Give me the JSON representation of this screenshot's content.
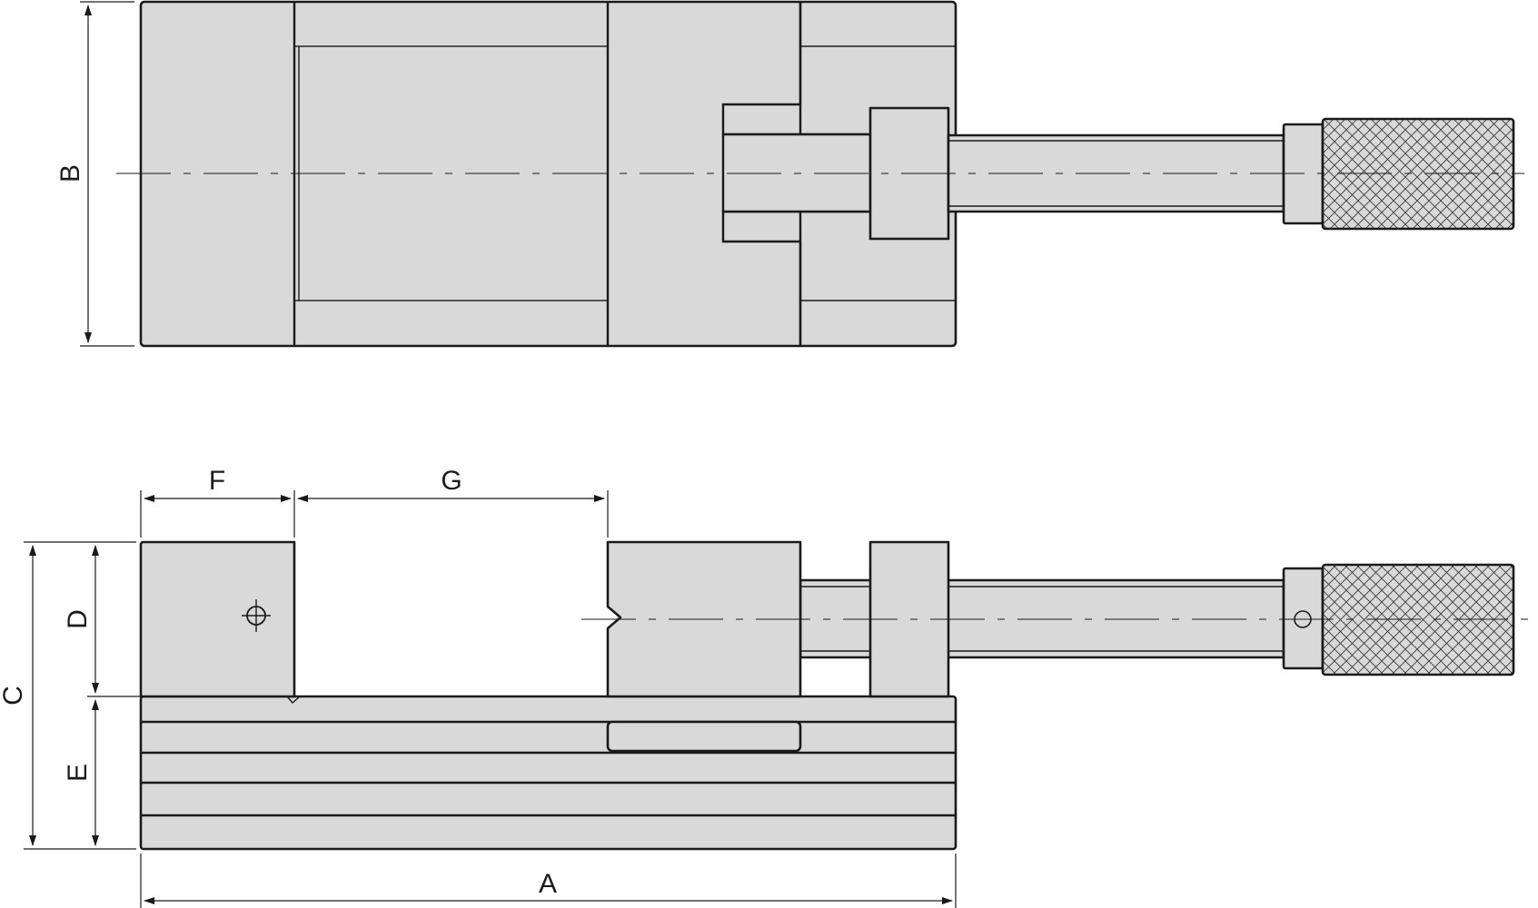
{
  "diagram": {
    "views": [
      "top-view",
      "side-view"
    ],
    "dimension_labels": {
      "A": "A",
      "B": "B",
      "C": "C",
      "D": "D",
      "E": "E",
      "F": "F",
      "G": "G"
    },
    "colors": {
      "fill": "#d9d9d9",
      "line": "#1a1a1a",
      "background": "#ffffff"
    }
  }
}
